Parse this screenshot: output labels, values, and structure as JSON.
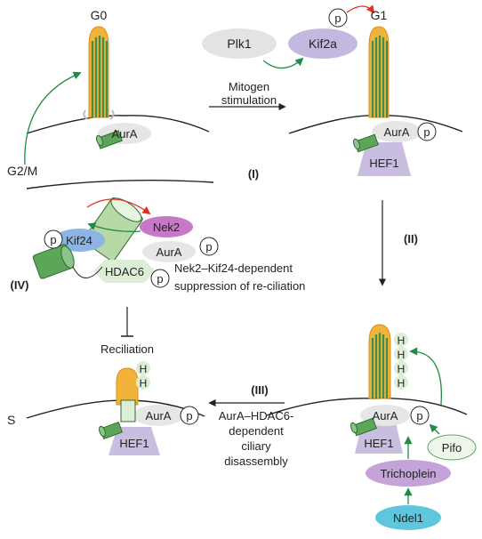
{
  "stages": {
    "g0": "G0",
    "g1": "G1",
    "g2m": "G2/M",
    "s": "S"
  },
  "steps": {
    "i": "(I)",
    "ii": "(II)",
    "iii": "(III)",
    "iv": "(IV)"
  },
  "proteins": {
    "plk1": "Plk1",
    "kif2a": "Kif2a",
    "aura": "AurA",
    "hef1": "HEF1",
    "kif24": "Kif24",
    "nek2": "Nek2",
    "hdac6": "HDAC6",
    "pifo": "Pifo",
    "trichoplein": "Trichoplein",
    "ndel1": "Ndel1"
  },
  "marks": {
    "phospho": "p",
    "histone": "H"
  },
  "annotations": {
    "mitogen_1": "Mitogen",
    "mitogen_2": "stimulation",
    "suppression_1": "Nek2–Kif24-dependent",
    "suppression_2": "suppression of re-ciliation",
    "reciliation": "Reciliation",
    "disassembly_1": "AurA–HDAC6-",
    "disassembly_2": "dependent",
    "disassembly_3": "ciliary",
    "disassembly_4": "disassembly"
  },
  "colors": {
    "cilium_outer": "#f3b23a",
    "axoneme": "#3f8f4a",
    "centriole": "#5ca65a",
    "aura": "#e6e6e6",
    "hef1": "#c9bedf",
    "plk1": "#e3e3e3",
    "kif2a": "#c4b8e0",
    "kif24": "#8eb4e6",
    "nek2": "#c779c7",
    "hdac6": "#dcefd6",
    "trichoplein": "#c3a3d8",
    "ndel1": "#5fc6de",
    "histone": "#dcefd6",
    "activation_arrow": "#1e8c44",
    "inhibition_arrow": "#e0301e"
  }
}
